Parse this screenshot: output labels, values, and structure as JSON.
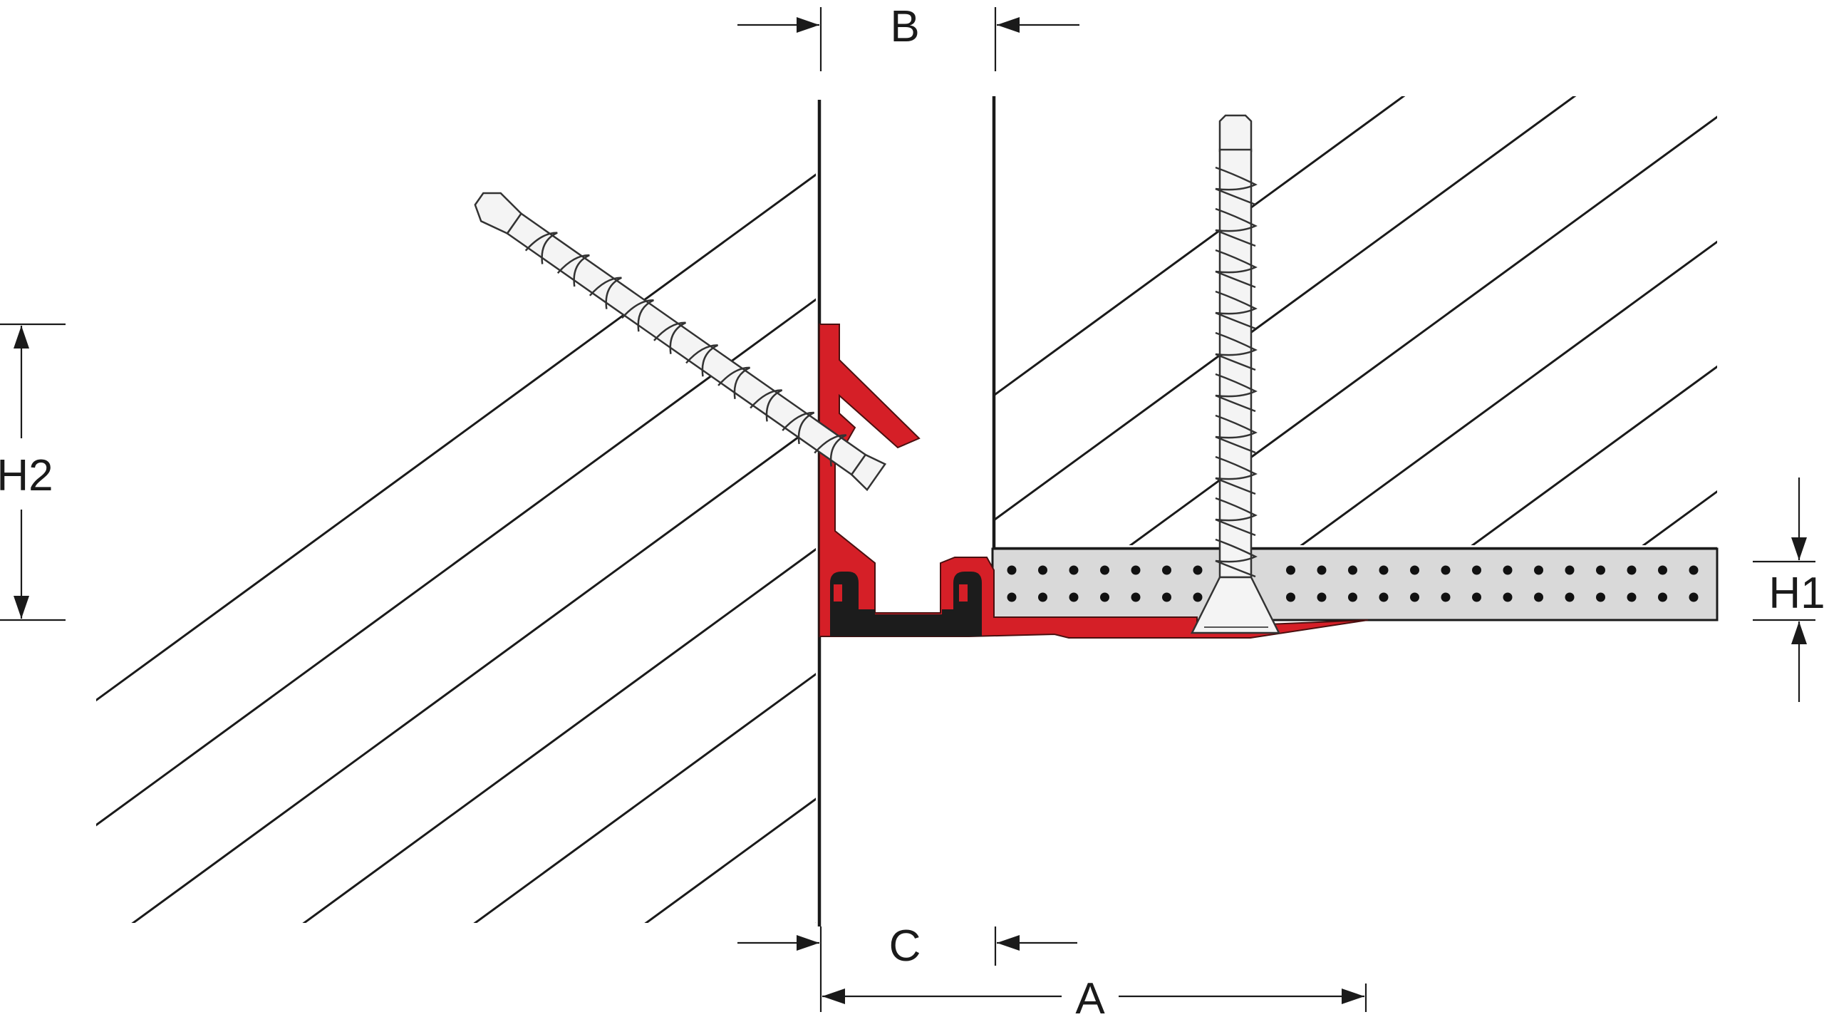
{
  "dimensions": {
    "B": "B",
    "C": "C",
    "A": "A",
    "H1": "H1",
    "H2": "H2"
  },
  "colors": {
    "profile_red": "#d51f27",
    "insert_black": "#1c1c1c",
    "board_grey": "#d9d9d9",
    "line": "#1a1a1a"
  }
}
